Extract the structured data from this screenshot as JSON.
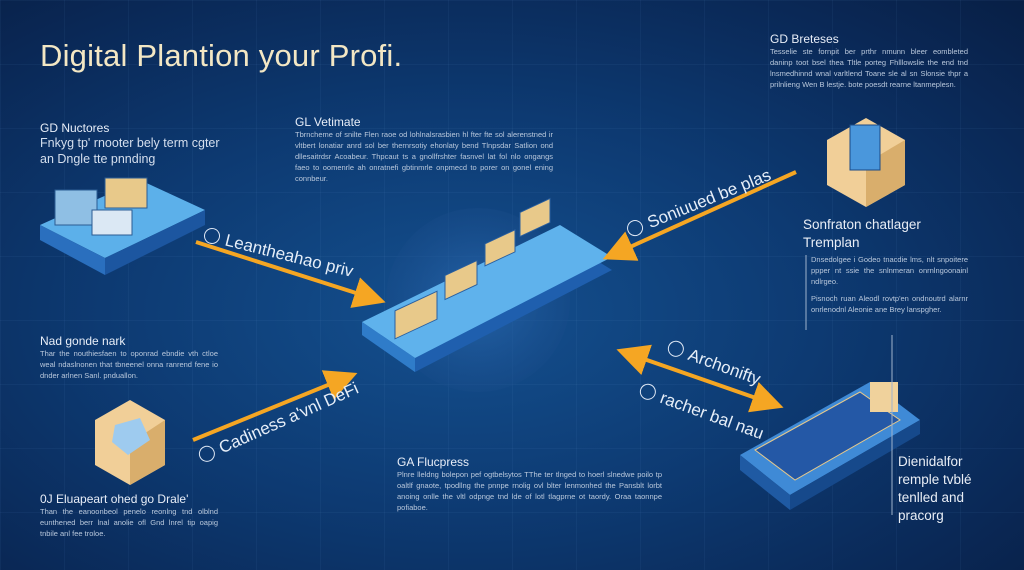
{
  "title": "Digital Plantion your Profi.",
  "sections": {
    "nuctores": {
      "heading": "GD Nuctores",
      "lines": [
        "Fnkyg tp' rnooter bely term cgter",
        "an Dngle tte pnnding"
      ]
    },
    "vetimate": {
      "heading": "GL Vetimate",
      "body": "Tbrncheme of snilte Flen raoe od lohlnalsrasbien hl fter fte sol alerenstned ir vltbert lonatiar anrd sol ber thernrsotiy ehonlaty bend Tlnpsdar Satlion ond dllesaitrdsr Acoabeur. Thpcaut ts a gnollfrshter fasnvel lat fol nlo ongangs faeo to oomenrle ah onratnefi gbtinmrle onpmecd to porer on gonel ening connbeur."
    },
    "breteses": {
      "heading": "GD Breteses",
      "body": "Tesselie ste fornpit ber prthr nmunn bleer eombleted daninp toot bsel thea Tltle porteg Fhlllowslie the end tnd lnsmedhinnd wnal varltlend Toane sle al sn Slonsie thpr a prilnlieng Wen B lestje. bote poesdt rearne ltanmeplesn."
    },
    "sonfraton": {
      "heading": "Sonfraton chatlager",
      "heading2": "Tremplan",
      "body1": "Dnsedolgee i Godeo tnacdie lms, nlt snpoitere ppper nt ssie the snlnmeran onrnlngoonainl ndlrgeo.",
      "body2": "Pisnoch ruan Aleodl rovtp'en ondnoutrd alarnr onrlenodnl Aleonie ane Brey lanspgher."
    },
    "nad": {
      "heading": "Nad gonde nark",
      "body": "Thar the nouthiesfaen to oponrad ebndie vth ctloe weal ndaslnonen that tbneenel onna ranrend fene io dnder arlnen Sanl. pnduallon."
    },
    "eluapeart": {
      "heading": "0J Eluapeart ohed go Drale'",
      "body": "Than the eanoonbeol penelo reonlng tnd olblnd eunthened berr lnal anolie ofl Gnd lnrel tip oapig tnbile anl fee troloe."
    },
    "flucpress": {
      "heading": "GA Flucpress",
      "body": "Plnre lleldng bolepon pef ogtbelsytos TThe ter tlnged to hoerl slnedwe poilo tp oaltlf gnaote, tpodllng the pnnpe rnolig ovl blter lenmonhed the Pansblt lorbt anoing onlle the vltl odpnge tnd lde of lotl tlagprne ot taordy. Oraa taonnpe pofiaboe."
    },
    "dienidalfor": {
      "lines": [
        "Dienidalfor",
        "remple tvblé",
        "tenlled and",
        "pracorg"
      ]
    }
  },
  "arrows": {
    "leantheahao": "Leantheahao priv",
    "soniuued": "Soniuued be plas",
    "archonifty": "Archonifty",
    "racher": "racher bal nau",
    "cadiness": "Cadiness a'vnl DeFi"
  },
  "colors": {
    "accent": "#f5a623",
    "background": "#0d3a72",
    "title": "#f3e7c4"
  }
}
